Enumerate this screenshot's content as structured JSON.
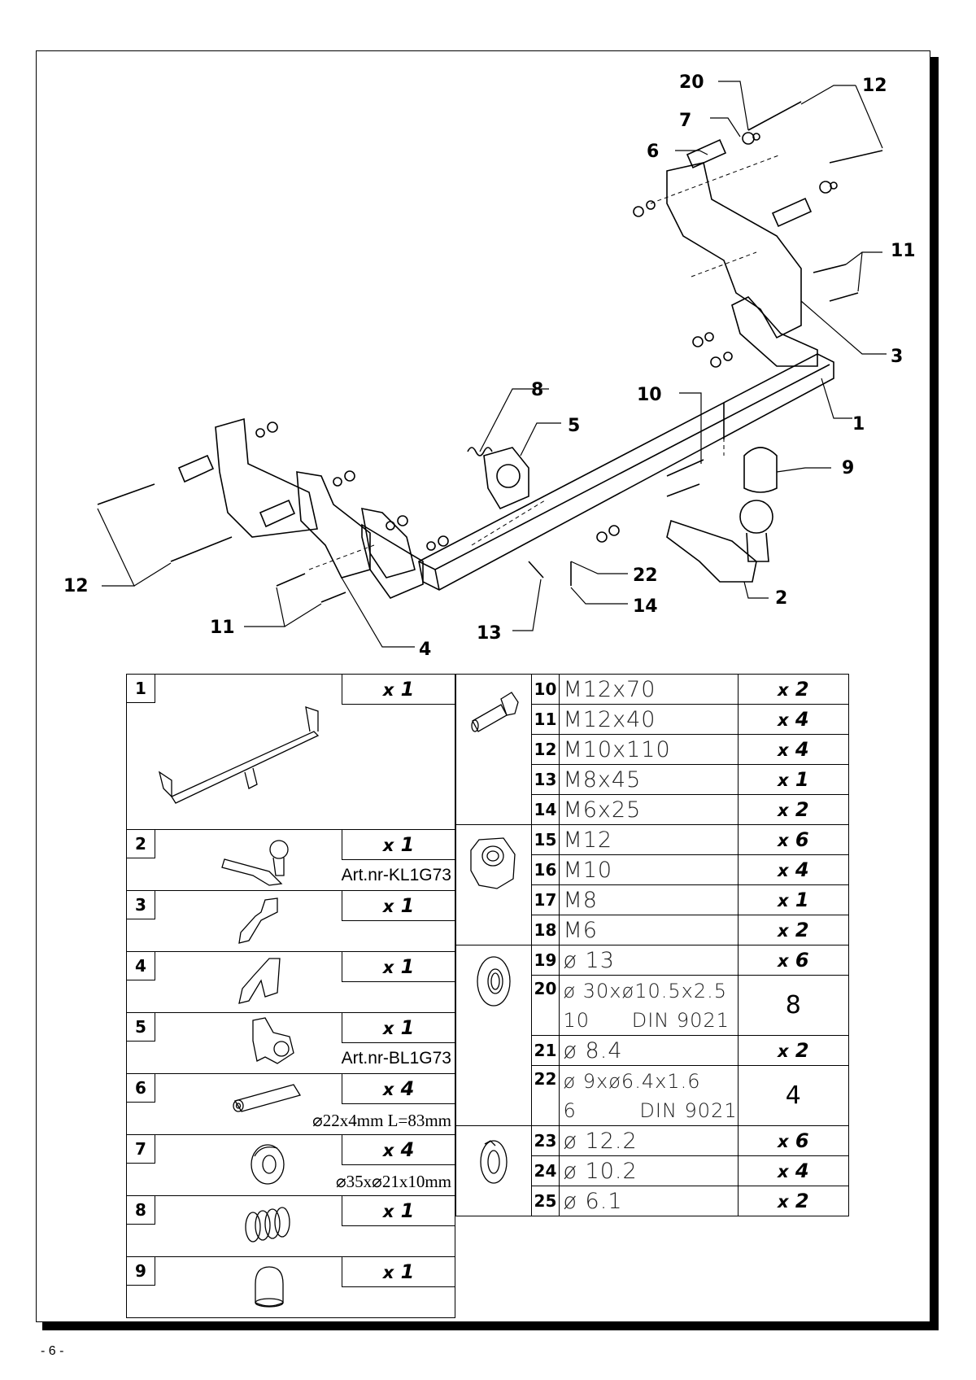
{
  "page_number": "- 6 -",
  "callouts": [
    "20",
    "12",
    "7",
    "6",
    "11",
    "3",
    "8",
    "10",
    "5",
    "1",
    "9",
    "12",
    "11",
    "4",
    "13",
    "22",
    "14",
    "2"
  ],
  "left_parts": [
    {
      "no": "1",
      "x": "x",
      "qty": "1"
    },
    {
      "no": "2",
      "x": "x",
      "qty": "1",
      "note": "Art.nr-KL1G73"
    },
    {
      "no": "3",
      "x": "x",
      "qty": "1"
    },
    {
      "no": "4",
      "x": "x",
      "qty": "1"
    },
    {
      "no": "5",
      "x": "x",
      "qty": "1",
      "note": "Art.nr-BL1G73"
    },
    {
      "no": "6",
      "x": "x",
      "qty": "4",
      "dim": "⌀22x4mm L=83mm"
    },
    {
      "no": "7",
      "x": "x",
      "qty": "4",
      "dim": "⌀35x⌀21x10mm"
    },
    {
      "no": "8",
      "x": "x",
      "qty": "1"
    },
    {
      "no": "9",
      "x": "x",
      "qty": "1"
    }
  ],
  "right_parts": [
    {
      "no": "10",
      "spec": "M12x70",
      "qty": "2"
    },
    {
      "no": "11",
      "spec": "M12x40",
      "qty": "4"
    },
    {
      "no": "12",
      "spec": "M10x110",
      "qty": "4"
    },
    {
      "no": "13",
      "spec": "M8x45",
      "qty": "1"
    },
    {
      "no": "14",
      "spec": "M6x25",
      "qty": "2"
    },
    {
      "no": "15",
      "spec": "M12",
      "qty": "6"
    },
    {
      "no": "16",
      "spec": "M10",
      "qty": "4"
    },
    {
      "no": "17",
      "spec": "M8",
      "qty": "1"
    },
    {
      "no": "18",
      "spec": "M6",
      "qty": "2"
    },
    {
      "no": "19",
      "spec": "ø 13",
      "qty": "6"
    },
    {
      "no": "20",
      "spec": "ø 30xø10.5x2.5",
      "spec2": "10      DIN 9021"
    },
    {
      "no": "21",
      "spec": "ø 8.4",
      "qty": "2"
    },
    {
      "no": "22",
      "spec": "ø 9xø6.4x1.6",
      "spec2": "6         DIN 9021"
    },
    {
      "no": "23",
      "spec": "ø 12.2",
      "qty": "6"
    },
    {
      "no": "24",
      "spec": "ø 10.2",
      "qty": "4"
    },
    {
      "no": "25",
      "spec": "ø 6.1",
      "qty": "2"
    }
  ],
  "group_qty_20_21": "8",
  "group_qty_22": "4",
  "x_symbol": "x"
}
